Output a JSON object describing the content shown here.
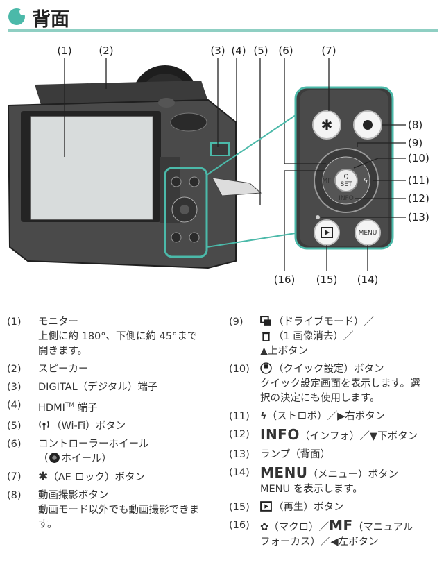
{
  "header": {
    "title": "背面"
  },
  "figure": {
    "callouts": [
      "(1)",
      "(2)",
      "(3)",
      "(4)",
      "(5)",
      "(6)",
      "(7)",
      "(8)",
      "(9)",
      "(10)",
      "(11)",
      "(12)",
      "(13)",
      "(14)",
      "(15)",
      "(16)"
    ],
    "button_labels": {
      "info": "INFO",
      "menu": "MENU",
      "set": "SET",
      "q": "Q",
      "mf": "MF"
    }
  },
  "left_items": [
    {
      "num": "(1)",
      "lines": [
        "モニター",
        "上側に約 180°、下側に約 45°まで",
        "開きます。"
      ]
    },
    {
      "num": "(2)",
      "lines": [
        "スピーカー"
      ]
    },
    {
      "num": "(3)",
      "lines": [
        "DIGITAL（デジタル）端子"
      ]
    },
    {
      "num": "(4)",
      "prefix": "HDMI",
      "sup": "TM",
      "lines": [
        " 端子"
      ]
    },
    {
      "num": "(5)",
      "lines": [
        "（Wi-Fi）ボタン"
      ]
    },
    {
      "num": "(6)",
      "lines": [
        "コントローラーホイール",
        "ホイール）"
      ]
    },
    {
      "num": "(7)",
      "lines": [
        "（AE ロック）ボタン"
      ]
    },
    {
      "num": "(8)",
      "lines": [
        "動画撮影ボタン",
        "動画モード以外でも動画撮影できま",
        "す。"
      ]
    }
  ],
  "right_items": [
    {
      "num": "(9)",
      "lines": [
        "（ドライブモード）／",
        "（1 画像消去）／",
        "上ボタン"
      ]
    },
    {
      "num": "(10)",
      "lines": [
        "（クイック設定）ボタン",
        "クイック設定画面を表示します。選",
        "択の決定にも使用します。"
      ]
    },
    {
      "num": "(11)",
      "lines": [
        "（ストロボ）／",
        "右ボタン"
      ]
    },
    {
      "num": "(12)",
      "big": "INFO",
      "lines": [
        "（インフォ）／",
        "下ボタン"
      ]
    },
    {
      "num": "(13)",
      "lines": [
        "ランプ（背面）"
      ]
    },
    {
      "num": "(14)",
      "big": "MENU",
      "lines": [
        "（メニュー）ボタン",
        "MENU を表示します。"
      ]
    },
    {
      "num": "(15)",
      "lines": [
        "（再生）ボタン"
      ]
    },
    {
      "num": "(16)",
      "big": "MF",
      "lines": [
        "（マクロ）／",
        "（マニュアル",
        "フォーカス）／",
        "左ボタン"
      ]
    }
  ]
}
